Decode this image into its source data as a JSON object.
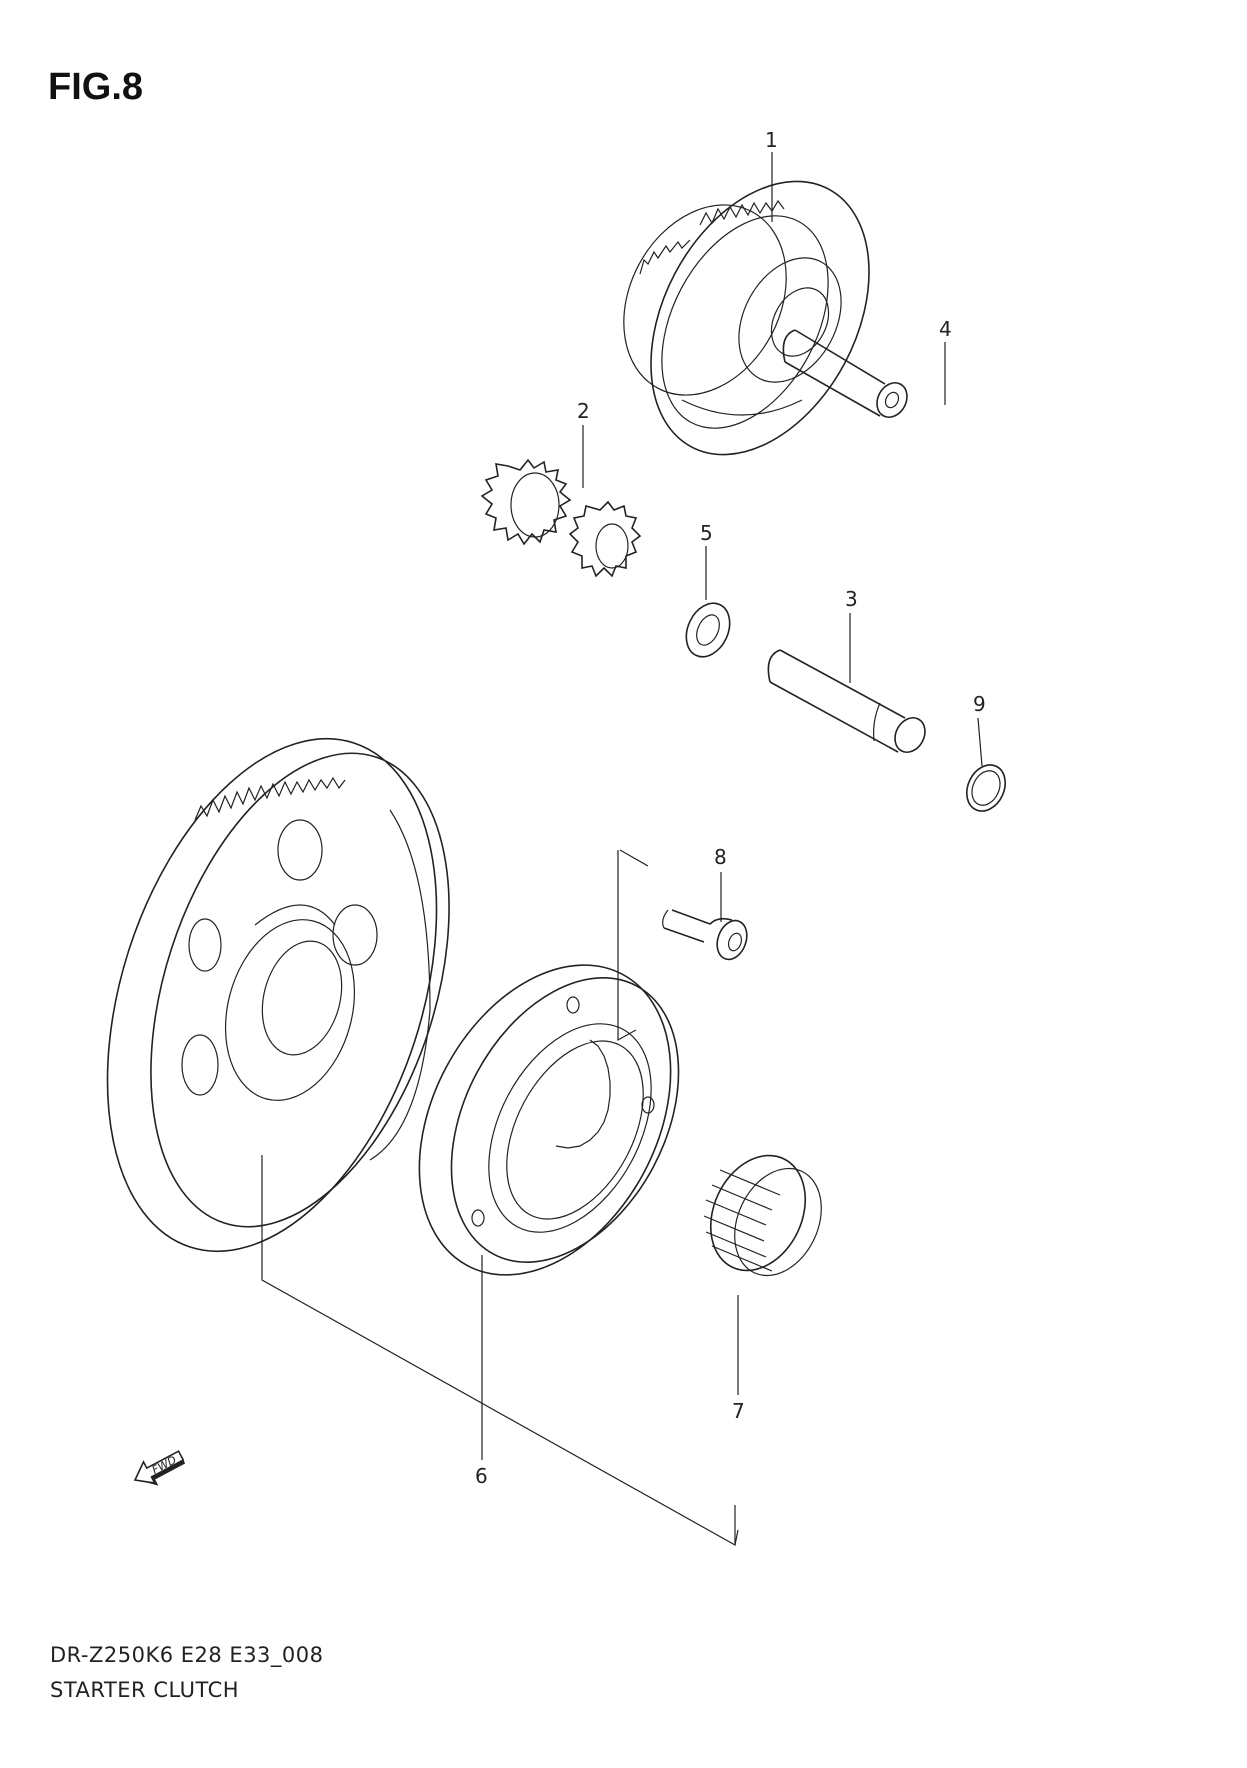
{
  "figure": {
    "title": "FIG.8"
  },
  "footer": {
    "code": "DR-Z250K6 E28 E33_008",
    "name": "STARTER CLUTCH"
  },
  "fwd_label": "FWD",
  "callouts": [
    {
      "id": "1",
      "label": "1"
    },
    {
      "id": "2",
      "label": "2"
    },
    {
      "id": "3",
      "label": "3"
    },
    {
      "id": "4",
      "label": "4"
    },
    {
      "id": "5",
      "label": "5"
    },
    {
      "id": "6",
      "label": "6"
    },
    {
      "id": "7",
      "label": "7"
    },
    {
      "id": "8",
      "label": "8"
    },
    {
      "id": "9",
      "label": "9"
    }
  ]
}
